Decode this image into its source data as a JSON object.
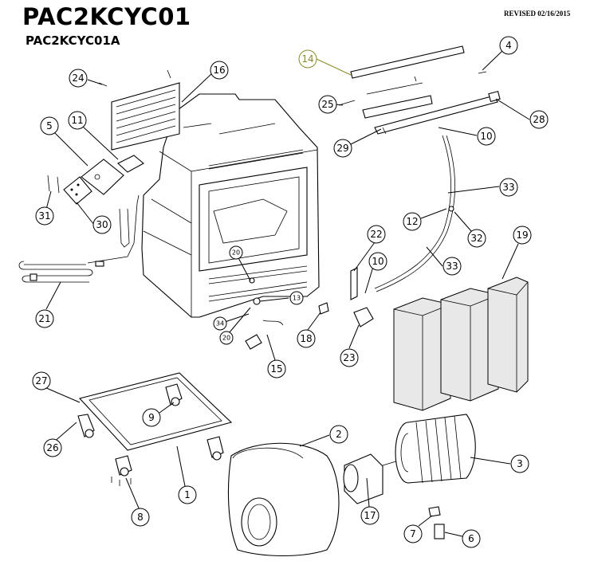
{
  "header": {
    "title": "PAC2KCYC01",
    "subtitle": "PAC2KCYC01A",
    "revised": "REVISED 02/16/2015"
  },
  "callouts": [
    {
      "id": "c1",
      "label": "1"
    },
    {
      "id": "c2",
      "label": "2"
    },
    {
      "id": "c3",
      "label": "3"
    },
    {
      "id": "c4",
      "label": "4"
    },
    {
      "id": "c5",
      "label": "5"
    },
    {
      "id": "c6",
      "label": "6"
    },
    {
      "id": "c7",
      "label": "7"
    },
    {
      "id": "c8",
      "label": "8"
    },
    {
      "id": "c9",
      "label": "9"
    },
    {
      "id": "c10a",
      "label": "10"
    },
    {
      "id": "c10b",
      "label": "10"
    },
    {
      "id": "c11",
      "label": "11"
    },
    {
      "id": "c12",
      "label": "12"
    },
    {
      "id": "c13",
      "label": "13"
    },
    {
      "id": "c14",
      "label": "14"
    },
    {
      "id": "c15",
      "label": "15"
    },
    {
      "id": "c16",
      "label": "16"
    },
    {
      "id": "c17",
      "label": "17"
    },
    {
      "id": "c18",
      "label": "18"
    },
    {
      "id": "c19",
      "label": "19"
    },
    {
      "id": "c20a",
      "label": "20"
    },
    {
      "id": "c20b",
      "label": "20"
    },
    {
      "id": "c21",
      "label": "21"
    },
    {
      "id": "c22",
      "label": "22"
    },
    {
      "id": "c23",
      "label": "23"
    },
    {
      "id": "c24",
      "label": "24"
    },
    {
      "id": "c25",
      "label": "25"
    },
    {
      "id": "c26",
      "label": "26"
    },
    {
      "id": "c27",
      "label": "27"
    },
    {
      "id": "c28",
      "label": "28"
    },
    {
      "id": "c29",
      "label": "29"
    },
    {
      "id": "c30",
      "label": "30"
    },
    {
      "id": "c31",
      "label": "31"
    },
    {
      "id": "c32",
      "label": "32"
    },
    {
      "id": "c33a",
      "label": "33"
    },
    {
      "id": "c33b",
      "label": "33"
    },
    {
      "id": "c34",
      "label": "34"
    }
  ],
  "colors": {
    "highlight": "#8a8a2a",
    "line": "#000000",
    "pad": "#e8e8e8"
  }
}
